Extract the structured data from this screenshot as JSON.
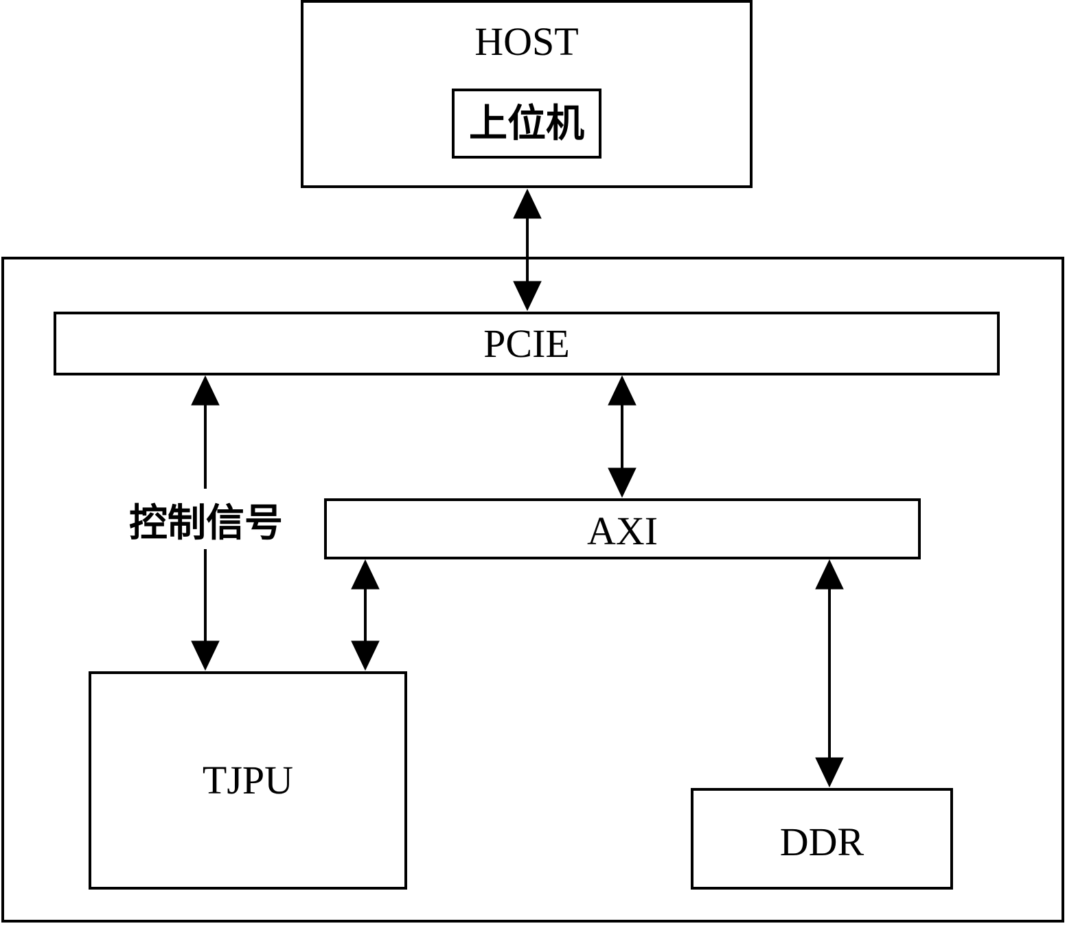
{
  "host": {
    "title": "HOST",
    "inner_label": "上位机"
  },
  "board": {
    "pcie_label": "PCIE",
    "axi_label": "AXI",
    "tjpu_label": "TJPU",
    "ddr_label": "DDR",
    "control_signal_label": "控制信号"
  },
  "colors": {
    "stroke": "#000000",
    "background": "#ffffff"
  }
}
